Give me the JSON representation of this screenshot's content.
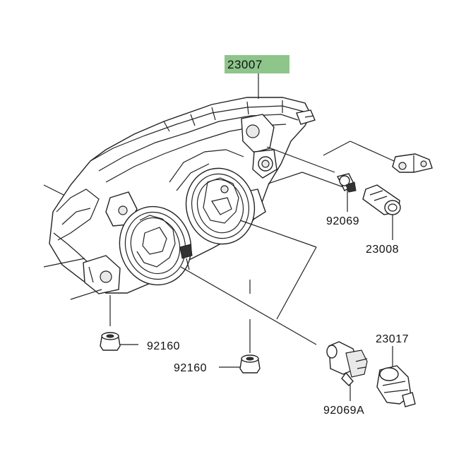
{
  "diagram": {
    "highlight_color": "#8dc58b",
    "parts": {
      "headlight_assembly": "23007",
      "bulb_small": "92069",
      "socket_small": "23008",
      "grommet_left": "92160",
      "grommet_center": "92160",
      "socket_main": "23017",
      "bulb_main": "92069A"
    }
  }
}
